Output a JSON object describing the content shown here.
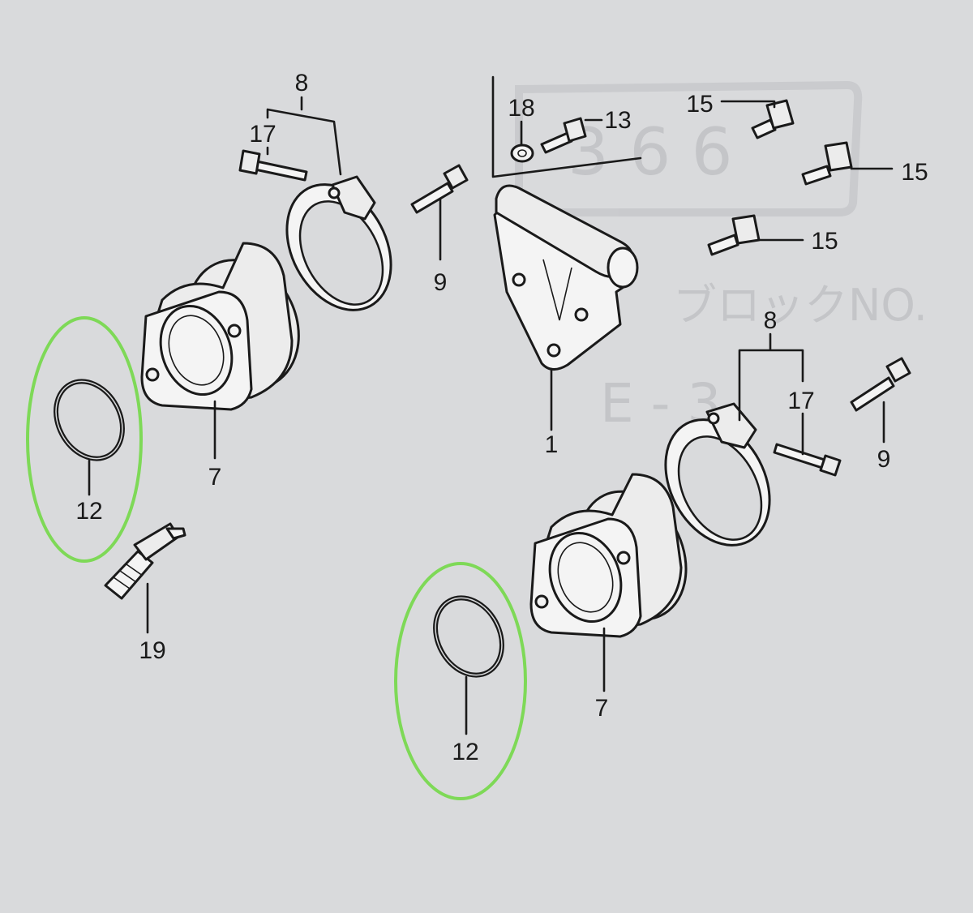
{
  "diagram": {
    "background": "#d9dadc",
    "highlight_color": "#7ed957",
    "callouts": {
      "c8a": "8",
      "c17a": "17",
      "c18": "18",
      "c13": "13",
      "c15a": "15",
      "c15b": "15",
      "c15c": "15",
      "c9a": "9",
      "c1": "1",
      "c7a": "7",
      "c12a": "12",
      "c19": "19",
      "c8b": "8",
      "c17b": "17",
      "c9b": "9",
      "c7b": "7",
      "c12b": "12"
    },
    "watermark": {
      "block_label": "ブロックNO.",
      "block_number": "E - 3",
      "top_block": "3 6 6",
      "bottom_text": "ー"
    }
  }
}
